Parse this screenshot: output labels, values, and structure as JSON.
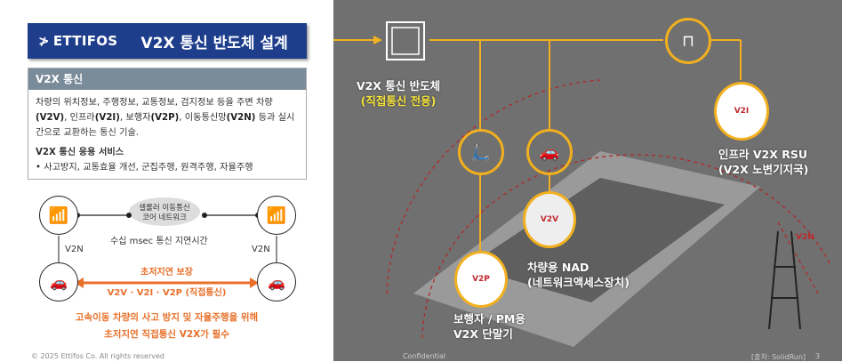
{
  "header": {
    "logo": "ETTIFOS",
    "title": "V2X 통신 반도체 설계"
  },
  "info": {
    "heading": "V2X 통신",
    "desc_parts": [
      "차량의 위치정보, 주행정보, 교통정보, 검지정보 등을 주변 차량 ",
      "(V2V)",
      ", 인프라",
      "(V2I)",
      ", 보행자",
      "(V2P)",
      ", 이동통신망",
      "(V2N)",
      " 등과 실시간으로 교환하는 통신 기술."
    ],
    "services_title": "V2X 통신 응용 서비스",
    "services": "• 사고방지, 교통효율 개선, 군집주행, 원격주행, 자율주행"
  },
  "diagram": {
    "cloud_line1": "셀룰러 이동통신",
    "cloud_line2": "코어 네트워크",
    "latency": "수십 msec 통신 지연시간",
    "v2n_left": "V2N",
    "v2n_right": "V2N",
    "guarantee": "초저지연 보장",
    "direct": "V2V · V2I · V2P (직접통신)",
    "conclusion1": "고속이동 차량의 사고 방지 및 자율주행을 위해",
    "conclusion2": "초저지연 직접통신 V2X가 필수"
  },
  "footer": {
    "copyright": "© 2025 Ettifos Co. All rights reserved",
    "confidential": "Confidential",
    "source": "[출처: SolidRun]",
    "page": "3"
  },
  "illustration": {
    "chip_line1": "V2X 통신 반도체",
    "chip_line2": "(직접통신 전용)",
    "rsu_line1": "인프라 V2X RSU",
    "rsu_line2": "(V2X 노변기지국)",
    "nad_line1": "차량용 NAD",
    "nad_line2": "(네트워크액세스장치)",
    "ped_line1": "보행자 / PM용",
    "ped_line2": "V2X 단말기",
    "v2i": "V2I",
    "v2v": "V2V",
    "v2p": "V2P",
    "v2n": "V2N"
  },
  "colors": {
    "brand": "#1e3e8c",
    "accent": "#f2b01e",
    "orange": "#e8702a"
  }
}
